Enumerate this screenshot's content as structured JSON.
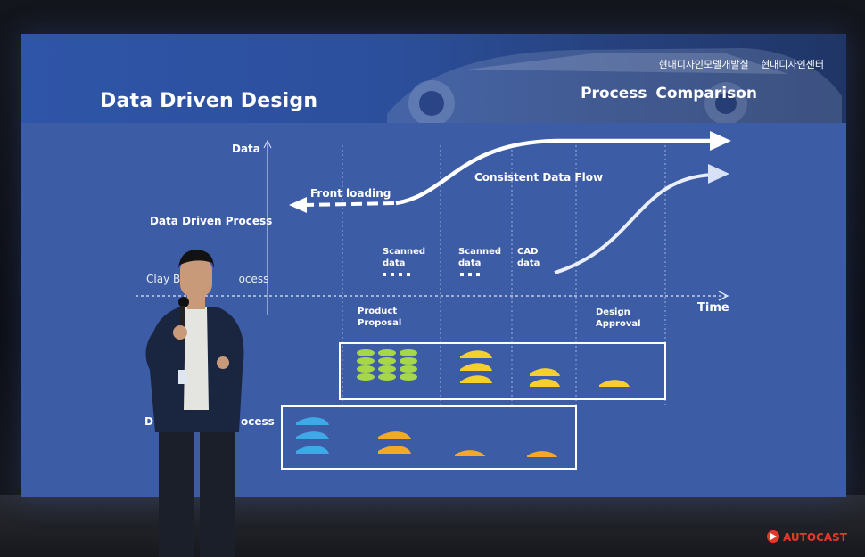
{
  "slide": {
    "title": "Data Driven Design",
    "org_labels": "현대디자인모델개발실 현대디자인센터",
    "subtitle": "Process Comparison"
  },
  "diagram": {
    "y_axis_label": "Data",
    "x_axis_label": "Time",
    "row_data_driven": "Data Driven Process",
    "row_clay_based": "Clay Based Process",
    "row_clay_visible": "Clay Ba",
    "row_clay_visible_tail": "ocess",
    "row_lower_visible_head": "D",
    "row_lower_visible_tail": "ocess",
    "front_loading": "Front loading",
    "consistent_flow": "Consistent Data Flow",
    "scanned_1": "Scanned\ndata",
    "scanned_2": "Scanned\ndata",
    "cad": "CAD\ndata",
    "product_proposal": "Product\nProposal",
    "design_approval": "Design\nApproval"
  },
  "watermark": "AUTOCAST",
  "colors": {
    "screen_blue": "#3d5ca6",
    "banner_blue": "#2c4f9c",
    "green_cars": "#a6d64a",
    "yellow_cars": "#f4cf2e",
    "orange_cars": "#f4a82a",
    "blue_cars": "#3fa9e8",
    "watermark_red": "#e23a2a"
  }
}
